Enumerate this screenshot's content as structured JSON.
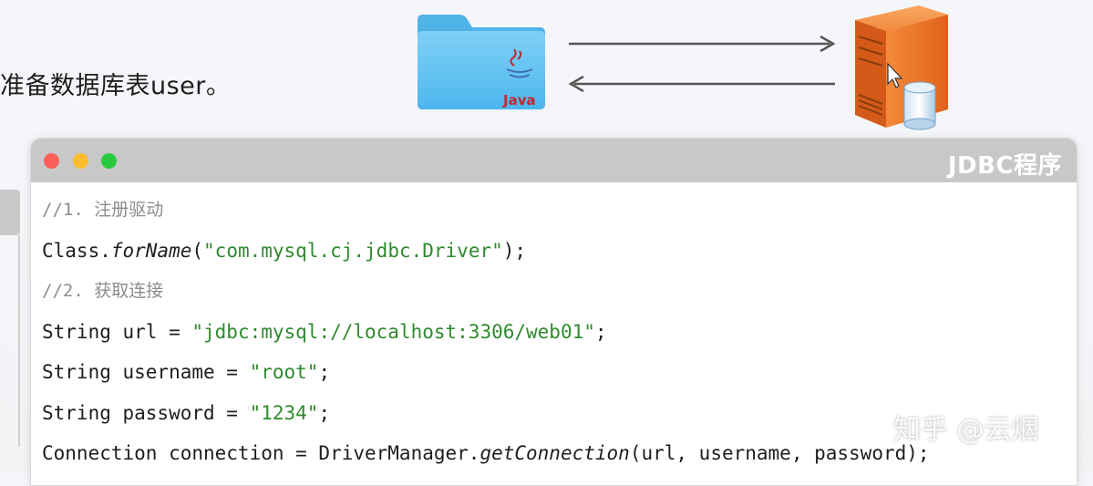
{
  "intro": {
    "text": "准备数据库表user。"
  },
  "diagram": {
    "java_label": "Java",
    "colors": {
      "folder": "#5bc0f2",
      "server": "#f07a2a",
      "arrow": "#555555"
    }
  },
  "window": {
    "title": "JDBC程序",
    "traffic_lights": [
      "#fc5f57",
      "#fdbc2e",
      "#29c940"
    ]
  },
  "code": {
    "comment1": "//1. 注册驱动",
    "line_forname": {
      "prefix": "Class.",
      "method": "forName",
      "open": "(",
      "arg": "\"com.mysql.cj.jdbc.Driver\"",
      "close": ");"
    },
    "comment2": "//2. 获取连接",
    "line_url": {
      "prefix": "String url = ",
      "value": "\"jdbc:mysql://localhost:3306/web01\"",
      "suffix": ";"
    },
    "line_username": {
      "prefix": "String username = ",
      "value": "\"root\"",
      "suffix": ";"
    },
    "line_password": {
      "prefix": "String password = ",
      "value": "\"1234\"",
      "suffix": ";"
    },
    "line_connection": {
      "prefix": "Connection connection = DriverManager.",
      "method": "getConnection",
      "args": "(url, username, password);"
    }
  },
  "watermark": "知乎 @云烟"
}
